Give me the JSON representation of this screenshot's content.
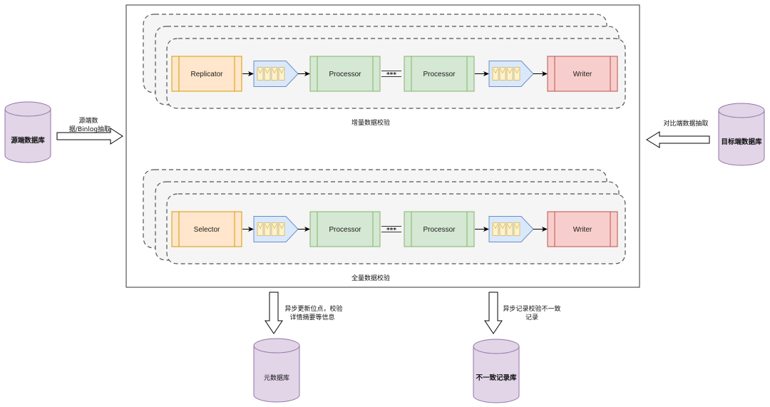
{
  "colors": {
    "database_fill": "#e1d5e7",
    "database_stroke": "#9673a6",
    "reader_fill": "#ffe6cc",
    "reader_stroke": "#d79b00",
    "processor_fill": "#d5e8d4",
    "processor_stroke": "#82b366",
    "writer_fill": "#f8cecc",
    "writer_stroke": "#b85450",
    "queue_fill": "#dae8fc",
    "queue_stroke": "#6c8ebf",
    "queue_item_fill": "#fff2cc",
    "queue_item_stroke": "#d6b656",
    "pipeline_bg": "#f5f5f5",
    "pipeline_border": "#555555"
  },
  "databases": {
    "source": {
      "label": "源端数据库",
      "icon": "database-icon"
    },
    "target": {
      "label": "目标端数据库",
      "icon": "database-icon"
    },
    "meta": {
      "label": "元数据库",
      "icon": "database-icon"
    },
    "inconsistent": {
      "label": "不一致记录库",
      "icon": "database-icon"
    }
  },
  "arrows": {
    "source_extract": {
      "lines": [
        "源端数",
        "据/Binlog抽取"
      ],
      "icon": "block-arrow-right-icon"
    },
    "target_extract": {
      "lines": [
        "对比端数据抽取"
      ],
      "icon": "block-arrow-left-icon"
    },
    "meta_update": {
      "lines": [
        "异步更新位点，校验",
        "详情摘要等信息"
      ],
      "icon": "block-arrow-down-icon"
    },
    "inconsistent_record": {
      "lines": [
        "异步记录校验不一致",
        "记录"
      ],
      "icon": "block-arrow-down-icon"
    }
  },
  "pipelines": [
    {
      "caption": "增量数据校验",
      "reader": "Replicator",
      "processor1": "Processor",
      "separator": "***",
      "processor2": "Processor",
      "writer": "Writer"
    },
    {
      "caption": "全量数据校验",
      "reader": "Selector",
      "processor1": "Processor",
      "separator": "***",
      "processor2": "Processor",
      "writer": "Writer"
    }
  ]
}
